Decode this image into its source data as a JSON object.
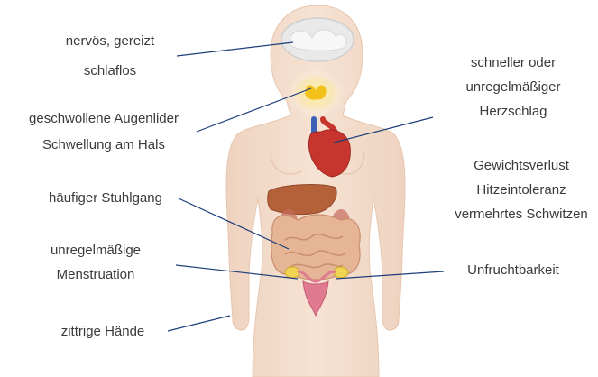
{
  "labels": {
    "nervous": [
      "nervös, gereizt",
      "schlaflos"
    ],
    "eyelids": [
      "geschwollene Augenlider",
      "Schwellung am Hals"
    ],
    "stool": [
      "häufiger Stuhlgang"
    ],
    "menstruation": [
      "unregelmäßige",
      "Menstruation"
    ],
    "hands": [
      "zittrige Hände"
    ],
    "heart": [
      "schneller oder",
      "unregelmäßiger",
      "Herzschlag"
    ],
    "weight": [
      "Gewichtsverlust",
      "Hitzeintoleranz",
      "vermehrtes Schwitzen"
    ],
    "infertility": [
      "Unfruchtbarkeit"
    ]
  },
  "colors": {
    "skin": "#f3dccb",
    "skin_edge": "#e8c6ae",
    "line": "#1d3f7a",
    "text": "#3a3a3a",
    "thyroid": "#f3c21a",
    "heart": "#c8352f",
    "vessel_blue": "#3c62b8",
    "liver": "#b4613a",
    "intestine": "#d9a07f",
    "uterus": "#e07a90",
    "ovary": "#f2d455",
    "brain": "#f2f2f2"
  }
}
